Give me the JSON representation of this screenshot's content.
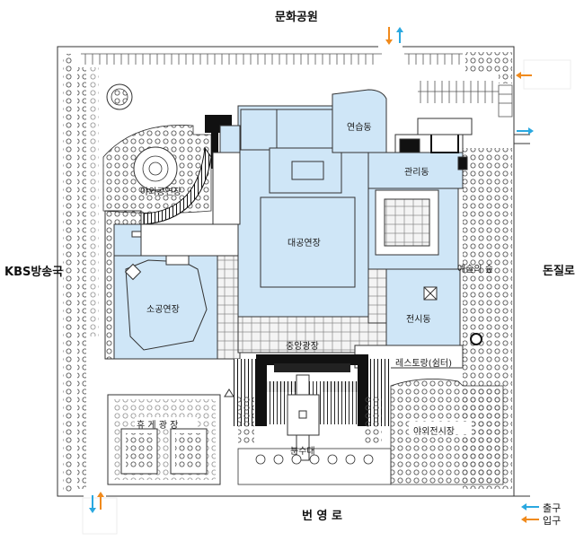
{
  "roads": {
    "north": "문화공원",
    "west": "KBS방송국",
    "east": "돈질로",
    "south": "번 영 로"
  },
  "buildings": {
    "practice_hall": "연습동",
    "management": "관리동",
    "outdoor_theater": "야외공연장",
    "grand_theater": "대공연장",
    "small_theater": "소공연장",
    "exhibition": "전시동",
    "art_forest": "예술의 숲",
    "central_plaza": "중앙광장",
    "restaurant": "레스토랑(쉼터)",
    "rest_plaza": "휴 게 광 장",
    "fountain": "분수대",
    "outdoor_exhibition": "야외전시장"
  },
  "legend": {
    "exit": "출구",
    "entrance": "입구",
    "exit_color": "#2aa8e0",
    "entrance_color": "#f08a1c"
  },
  "colors": {
    "building_fill": "#cfe6f7",
    "outline": "#333333"
  }
}
